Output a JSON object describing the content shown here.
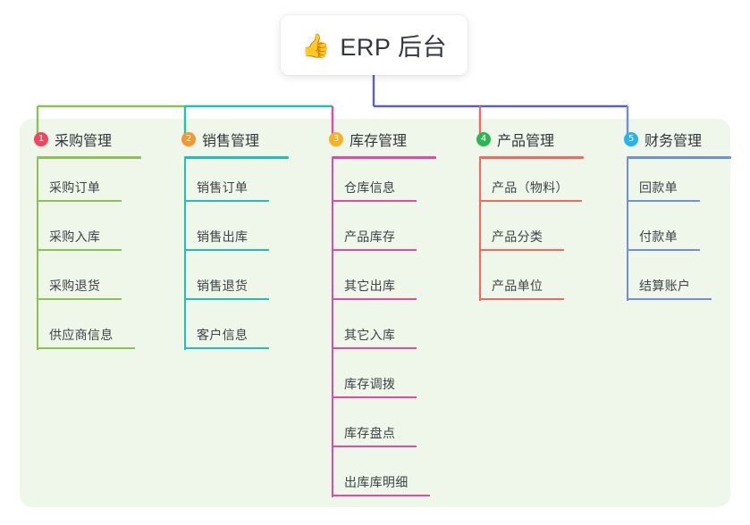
{
  "diagram": {
    "type": "mind-map",
    "root": {
      "icon": "thumbs-up-icon",
      "emoji": "👍",
      "label": "ERP 后台"
    },
    "panel_color": "#eef7e9",
    "root_stem_color": "#5a5fc7",
    "branches": [
      {
        "number": "1",
        "badge_color": "#f0455f",
        "line_color": "#8cc153",
        "label": "采购管理",
        "rule_width": 117,
        "items": [
          {
            "label": "采购订单",
            "rule_width": 95
          },
          {
            "label": "采购入库",
            "rule_width": 95
          },
          {
            "label": "采购退货",
            "rule_width": 95
          },
          {
            "label": "供应商信息",
            "rule_width": 110
          }
        ]
      },
      {
        "number": "2",
        "badge_color": "#f39730",
        "line_color": "#1fc1b6",
        "label": "销售管理",
        "rule_width": 117,
        "items": [
          {
            "label": "销售订单",
            "rule_width": 95
          },
          {
            "label": "销售出库",
            "rule_width": 95
          },
          {
            "label": "销售退货",
            "rule_width": 95
          },
          {
            "label": "客户信息",
            "rule_width": 95
          }
        ]
      },
      {
        "number": "3",
        "badge_color": "#f5b324",
        "line_color": "#e8489f",
        "label": "库存管理",
        "rule_width": 117,
        "items": [
          {
            "label": "仓库信息",
            "rule_width": 95
          },
          {
            "label": "产品库存",
            "rule_width": 95
          },
          {
            "label": "其它出库",
            "rule_width": 95
          },
          {
            "label": "其它入库",
            "rule_width": 95
          },
          {
            "label": "库存调拨",
            "rule_width": 95
          },
          {
            "label": "库存盘点",
            "rule_width": 95
          },
          {
            "label": "出库库明细",
            "rule_width": 110
          }
        ]
      },
      {
        "number": "4",
        "badge_color": "#2eb553",
        "line_color": "#f5675f",
        "label": "产品管理",
        "rule_width": 117,
        "items": [
          {
            "label": "产品（物料）",
            "rule_width": 115
          },
          {
            "label": "产品分类",
            "rule_width": 95
          },
          {
            "label": "产品单位",
            "rule_width": 95
          }
        ]
      },
      {
        "number": "5",
        "badge_color": "#2bb3e8",
        "line_color": "#6f8fe0",
        "label": "财务管理",
        "rule_width": 117,
        "items": [
          {
            "label": "回款单",
            "rule_width": 82
          },
          {
            "label": "付款单",
            "rule_width": 82
          },
          {
            "label": "结算账户",
            "rule_width": 95
          }
        ]
      }
    ]
  }
}
